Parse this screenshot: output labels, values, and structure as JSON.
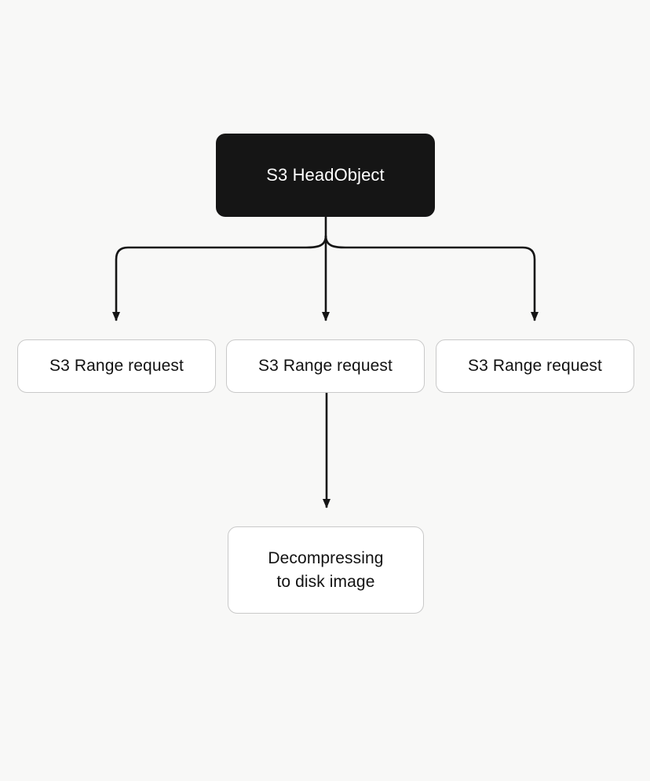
{
  "diagram": {
    "type": "flowchart",
    "background_color": "#f8f8f7",
    "nodes": {
      "root": {
        "label": "S3 HeadObject",
        "fill": "#151515",
        "text_color": "#ffffff"
      },
      "range_request_1": {
        "label": "S3 Range request",
        "fill": "#ffffff",
        "text_color": "#121212",
        "border_color": "#c9c9c9"
      },
      "range_request_2": {
        "label": "S3 Range request",
        "fill": "#ffffff",
        "text_color": "#121212",
        "border_color": "#c9c9c9"
      },
      "range_request_3": {
        "label": "S3 Range request",
        "fill": "#ffffff",
        "text_color": "#121212",
        "border_color": "#c9c9c9"
      },
      "decompressing": {
        "line1": "Decompressing",
        "line2": "to disk image",
        "fill": "#ffffff",
        "text_color": "#121212",
        "border_color": "#c9c9c9"
      }
    },
    "edges": [
      {
        "from": "root",
        "to": "range_request_1",
        "style": "elbow-left",
        "arrow": true
      },
      {
        "from": "root",
        "to": "range_request_2",
        "style": "straight",
        "arrow": true
      },
      {
        "from": "root",
        "to": "range_request_3",
        "style": "elbow-right",
        "arrow": true
      },
      {
        "from": "range_request_2",
        "to": "decompressing",
        "style": "straight",
        "arrow": true
      }
    ],
    "edge_color": "#151515"
  }
}
